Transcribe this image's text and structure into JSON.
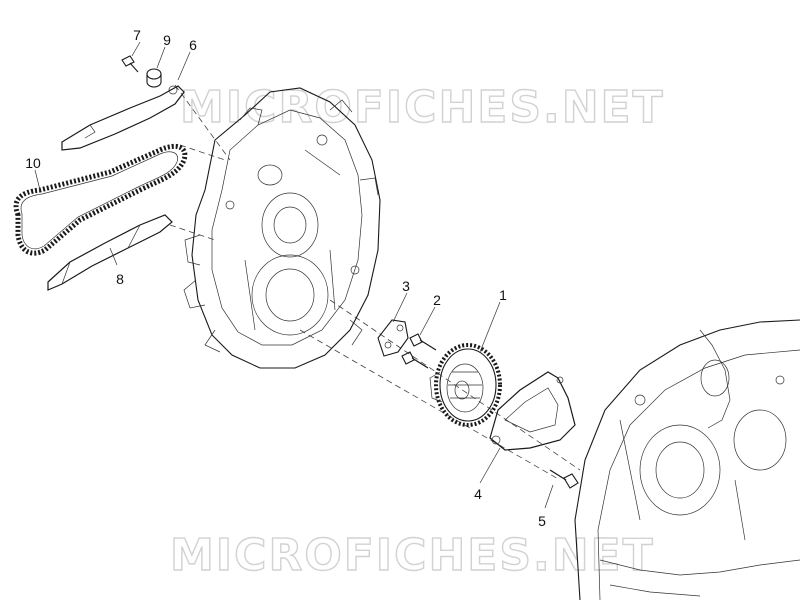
{
  "watermark": {
    "top": "MICROFICHES.NET",
    "bottom": "MICROFICHES.NET"
  },
  "callouts": {
    "p1": "1",
    "p2": "2",
    "p3": "3",
    "p4": "4",
    "p5": "5",
    "p6": "6",
    "p7": "7",
    "p8": "8",
    "p9": "9",
    "p10": "10"
  },
  "colors": {
    "line": "#1a1a1a",
    "watermark": "#d2d2d2",
    "background": "#ffffff"
  }
}
